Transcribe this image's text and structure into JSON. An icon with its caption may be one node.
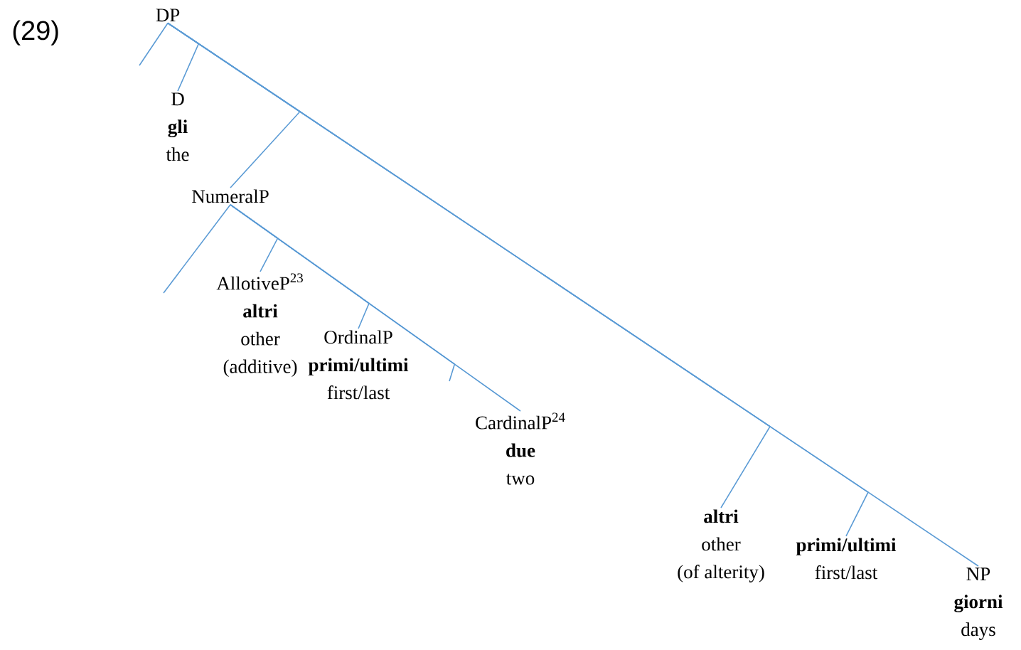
{
  "diagram": {
    "nodes": [
      {
        "text": [
          "DP"
        ]
      },
      {
        "text": [
          "D",
          "gli",
          "the"
        ]
      },
      {
        "text": [
          "NumeralP"
        ]
      },
      {
        "text": [
          "AllotiveP$^{23}$",
          "altri",
          "other",
          "(additive)"
        ]
      },
      {
        "text": [
          "OrdinalP",
          "primi/ultimi",
          "first/last"
        ]
      },
      {
        "text": [
          "CardinalP$^{24}$",
          "due",
          "two"
        ]
      },
      {
        "text": [
          "altri",
          "other",
          "(of alterity)"
        ]
      },
      {
        "text": [
          "primi/ultimi",
          "first/last"
        ]
      },
      {
        "text": [
          "NP",
          "giorni",
          "days"
        ]
      }
    ],
    "edges": [
      {
        "from": 0,
        "to": null,
        "arrow": "none"
      },
      {
        "from": 0,
        "to": 1,
        "arrow": "none"
      },
      {
        "from": 0,
        "to": 2,
        "arrow": "none"
      },
      {
        "from": 0,
        "to": 6,
        "arrow": "none"
      },
      {
        "from": 0,
        "to": 7,
        "arrow": "none"
      },
      {
        "from": 0,
        "to": 8,
        "arrow": "none"
      },
      {
        "from": 2,
        "to": null,
        "arrow": "none"
      },
      {
        "from": 2,
        "to": 3,
        "arrow": "none"
      },
      {
        "from": 2,
        "to": 4,
        "arrow": "none"
      },
      {
        "from": 2,
        "to": null,
        "arrow": "none"
      },
      {
        "from": 2,
        "to": 5,
        "arrow": "none"
      }
    ],
    "labels": [
      "(29)"
    ]
  }
}
